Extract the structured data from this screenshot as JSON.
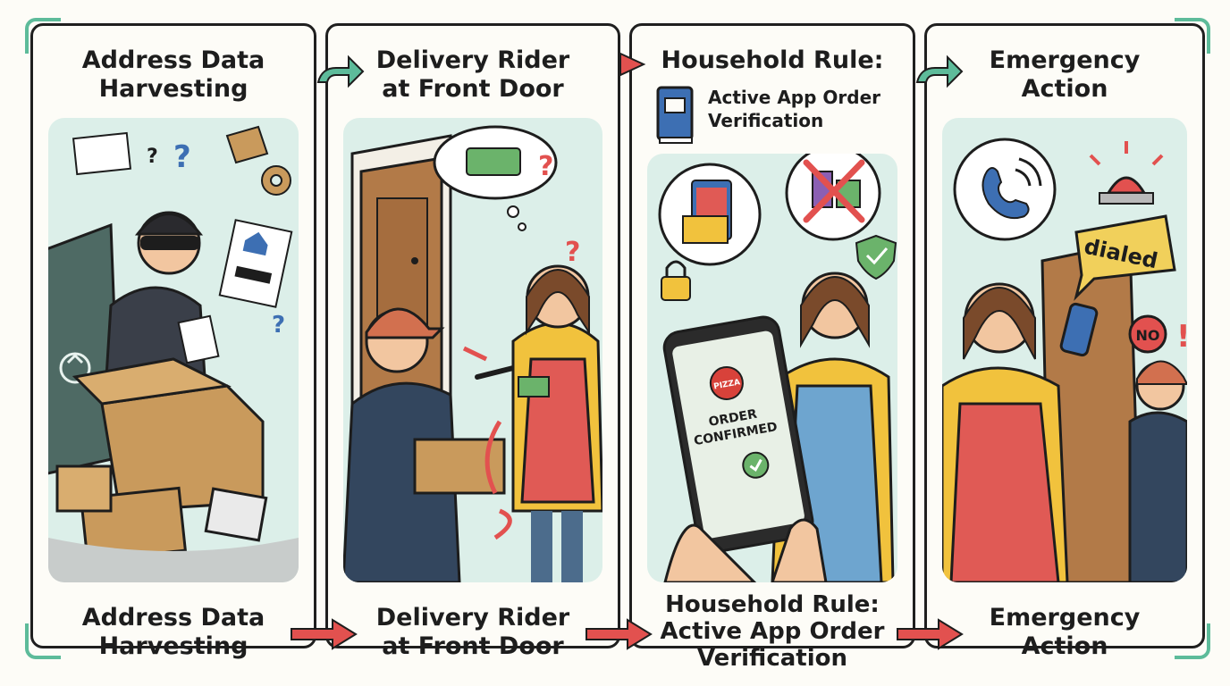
{
  "panels": [
    {
      "top_title_line1": "Address Data",
      "top_title_line2": "Harvesting",
      "bottom_title_line1": "Address Data",
      "bottom_title_line2": "Harvesting"
    },
    {
      "top_title_line1": "Delivery Rider",
      "top_title_line2": "at Front Door",
      "bottom_title_line1": "Delivery Rider",
      "bottom_title_line2": "at Front Door"
    },
    {
      "top_title_line1": "Household Rule:",
      "top_title_sub_line1": "Active App Order",
      "top_title_sub_line2": "Verification",
      "phone_label_line1": "ORDER",
      "phone_label_line2": "CONFIRMED",
      "pizza_logo": "PIZZA",
      "bottom_title_line1": "Household Rule:",
      "bottom_title_line2": "Active App Order",
      "bottom_title_line3": "Verification"
    },
    {
      "top_title_line1": "Emergency",
      "top_title_line2": "Action",
      "speech_dialed": "dialed",
      "sign_no": "NO",
      "bottom_title_line1": "Emergency",
      "bottom_title_line2": "Action"
    }
  ],
  "colors": {
    "scene_bg": "#dcefe9",
    "accent_green": "#5dbb9a",
    "arrow_red": "#e2514f",
    "apron_red": "#e05a55",
    "shirt_yellow": "#f1c23d",
    "cardboard": "#c99a5c"
  },
  "icons": [
    "recycle-icon",
    "book-icon",
    "lock-icon",
    "shield-check-icon",
    "phone-call-icon",
    "siren-icon",
    "money-icon",
    "question-icon"
  ]
}
